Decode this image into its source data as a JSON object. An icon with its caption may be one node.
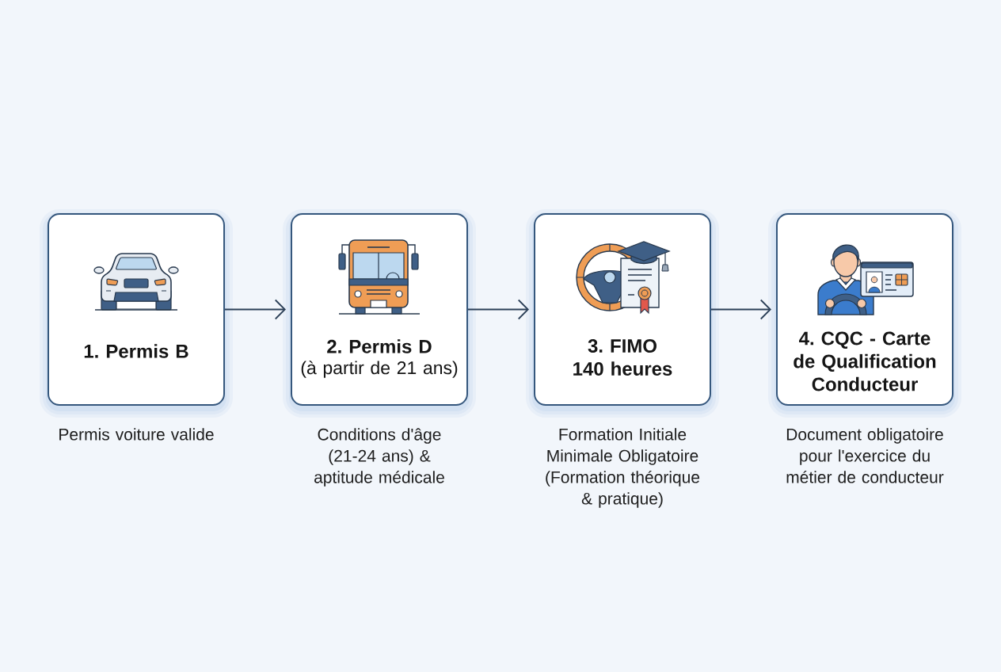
{
  "diagram": {
    "nodes": [
      {
        "text": [
          "1. Permis B"
        ],
        "beside": [
          "Permis voiture valide"
        ]
      },
      {
        "text": [
          "2. Permis D",
          "(à partir de 21 ans)"
        ],
        "beside": [
          "Conditions d'âge (21-24 ans) & aptitude médicale"
        ]
      },
      {
        "text": [
          "3. FIMO 140 heures"
        ],
        "beside": [
          "Formation Initiale Minimale Obligatoire (Formation théorique & pratique)"
        ]
      },
      {
        "text": [
          "4. CQC - Carte de Qualification Conducteur"
        ],
        "beside": [
          "Document obligatoire pour l'exercice du métier de conducteur"
        ]
      }
    ],
    "edges": [
      {
        "from": 0,
        "to": 1,
        "arrow": "to"
      },
      {
        "from": 1,
        "to": 2,
        "arrow": "to"
      },
      {
        "from": 2,
        "to": 3,
        "arrow": "to"
      }
    ]
  }
}
